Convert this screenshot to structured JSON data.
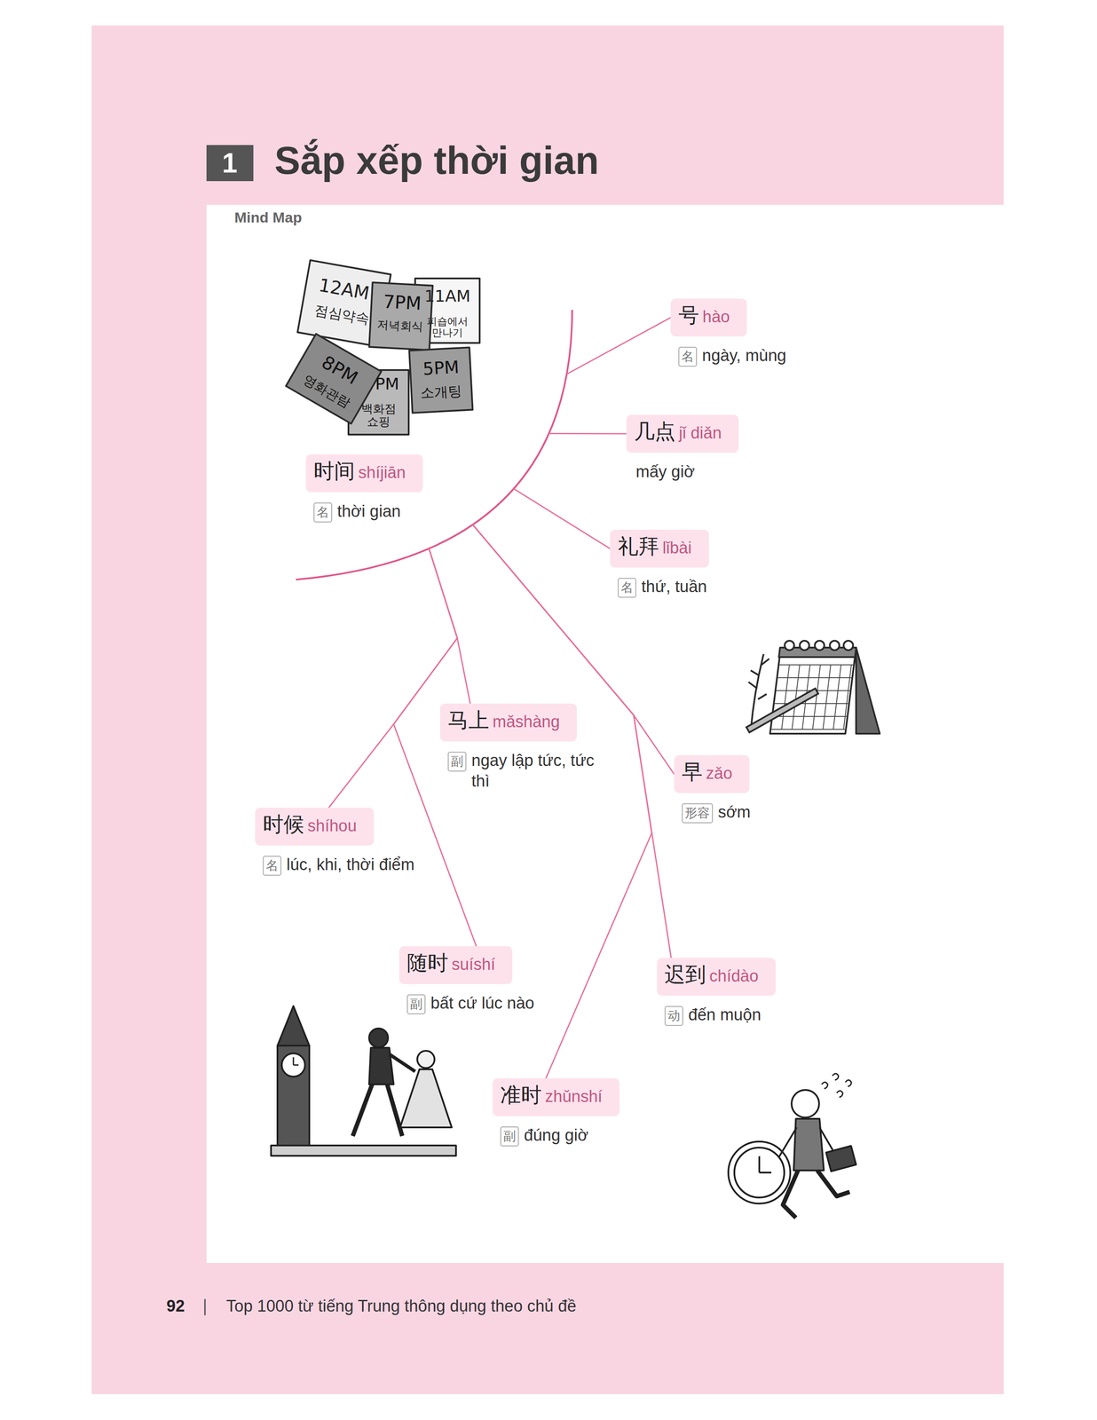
{
  "diagram": {
    "title": "Sắp xếp thời gian",
    "nodes": [
      {
        "text": [
          "时间",
          "shíjiān",
          "名",
          "thời gian"
        ]
      },
      {
        "text": [
          "号",
          "hào",
          "名",
          "ngày, mùng"
        ]
      },
      {
        "text": [
          "几点",
          "jǐ diǎn",
          "mấy giờ"
        ]
      },
      {
        "text": [
          "礼拜",
          "lǐbài",
          "名",
          "thứ, tuần"
        ]
      },
      {
        "text": [
          "马上",
          "mǎshàng",
          "副",
          "ngay lập tức, tức thì"
        ]
      },
      {
        "text": [
          "时候",
          "shíhou",
          "名",
          "lúc, khi, thời điểm"
        ]
      },
      {
        "text": [
          "随时",
          "suíshí",
          "副",
          "bất cứ lúc nào"
        ]
      },
      {
        "text": [
          "早",
          "zǎo",
          "形容",
          "sớm"
        ]
      },
      {
        "text": [
          "迟到",
          "chídào",
          "动",
          "đến muộn"
        ]
      },
      {
        "text": [
          "准时",
          "zhǔnshí",
          "副",
          "đúng giờ"
        ]
      }
    ],
    "edges": [
      {
        "from": 0,
        "to": 1,
        "arrow": "none"
      },
      {
        "from": 0,
        "to": 2,
        "arrow": "none"
      },
      {
        "from": 0,
        "to": 3,
        "arrow": "none"
      },
      {
        "from": 0,
        "to": 4,
        "arrow": "none"
      },
      {
        "from": 0,
        "to": 5,
        "arrow": "none"
      },
      {
        "from": 0,
        "to": 6,
        "arrow": "none"
      },
      {
        "from": 0,
        "to": 7,
        "arrow": "none"
      },
      {
        "from": 0,
        "to": 8,
        "arrow": "none"
      },
      {
        "from": 0,
        "to": 9,
        "arrow": "none"
      }
    ],
    "labels": [
      "1",
      "Mind Map",
      "12AM",
      "점심약속",
      "7PM",
      "저녁회식",
      "11AM",
      "피숍에서 만나기",
      "8PM",
      "영화관람",
      "PM",
      "백화점 쇼핑",
      "5PM",
      "소개팅",
      "92",
      "|",
      "Top 1000 từ tiếng Trung thông dụng theo chủ đề"
    ]
  }
}
